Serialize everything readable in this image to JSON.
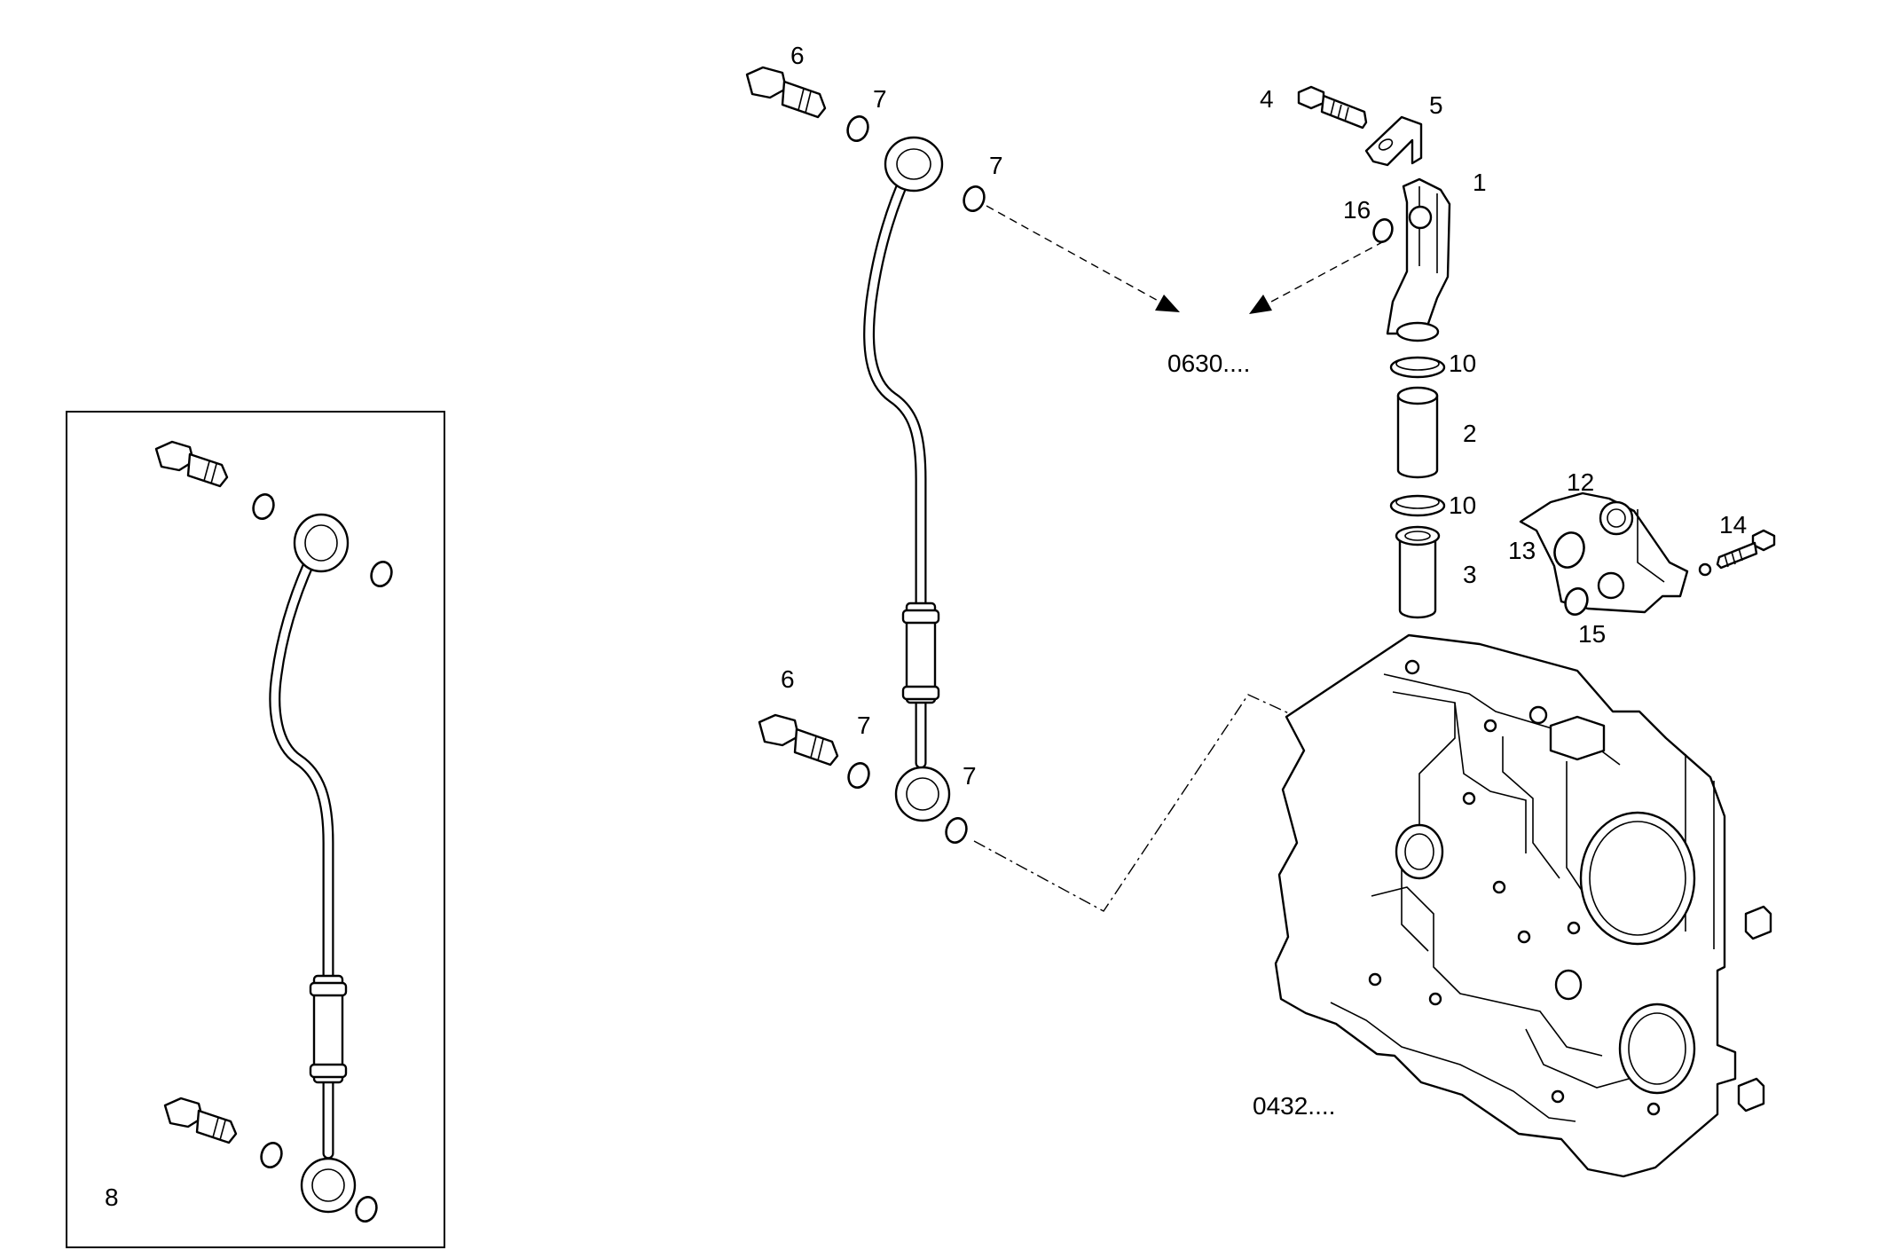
{
  "callouts": {
    "c1": "1",
    "c2": "2",
    "c3": "3",
    "c4": "4",
    "c5": "5",
    "c6_top": "6",
    "c6_bottom": "6",
    "c7_a": "7",
    "c7_b": "7",
    "c7_c": "7",
    "c7_d": "7",
    "c8": "8",
    "c10_top": "10",
    "c10_bottom": "10",
    "c12": "12",
    "c13": "13",
    "c14": "14",
    "c15": "15",
    "c16": "16"
  },
  "references": {
    "ref_0630": "0630....",
    "ref_0432": "0432...."
  }
}
